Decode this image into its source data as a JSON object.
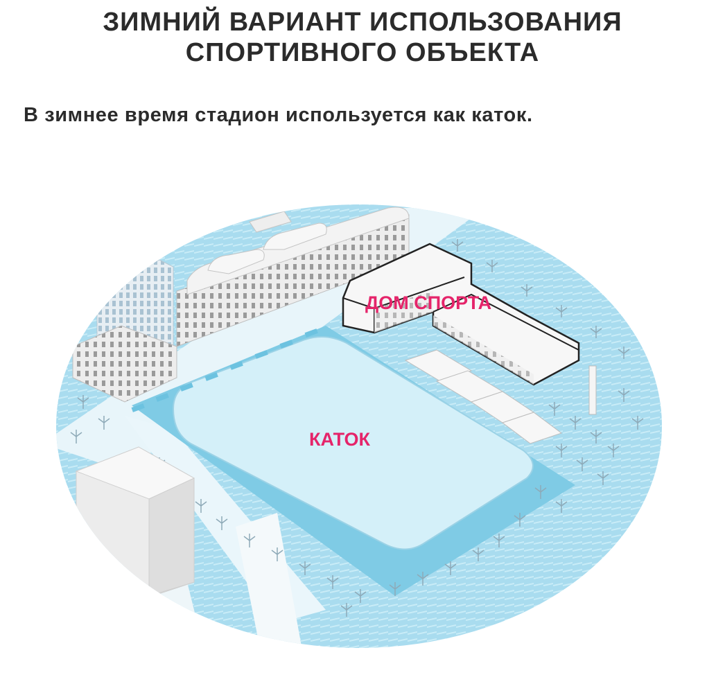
{
  "header": {
    "title_line1": "ЗИМНИЙ ВАРИАНТ ИСПОЛЬЗОВАНИЯ",
    "title_line2": "СПОРТИВНОГО ОБЪЕКТА",
    "subtitle": "В зимнее время стадион используется как каток."
  },
  "diagram": {
    "label_sports_house": "ДОМ СПОРТА",
    "label_rink": "КАТОК"
  },
  "colors": {
    "ice": "#9fd8ec",
    "ice_light": "#d6f1fa",
    "label": "#e5246a",
    "building": "#f1f1f1",
    "outline": "#222222"
  }
}
